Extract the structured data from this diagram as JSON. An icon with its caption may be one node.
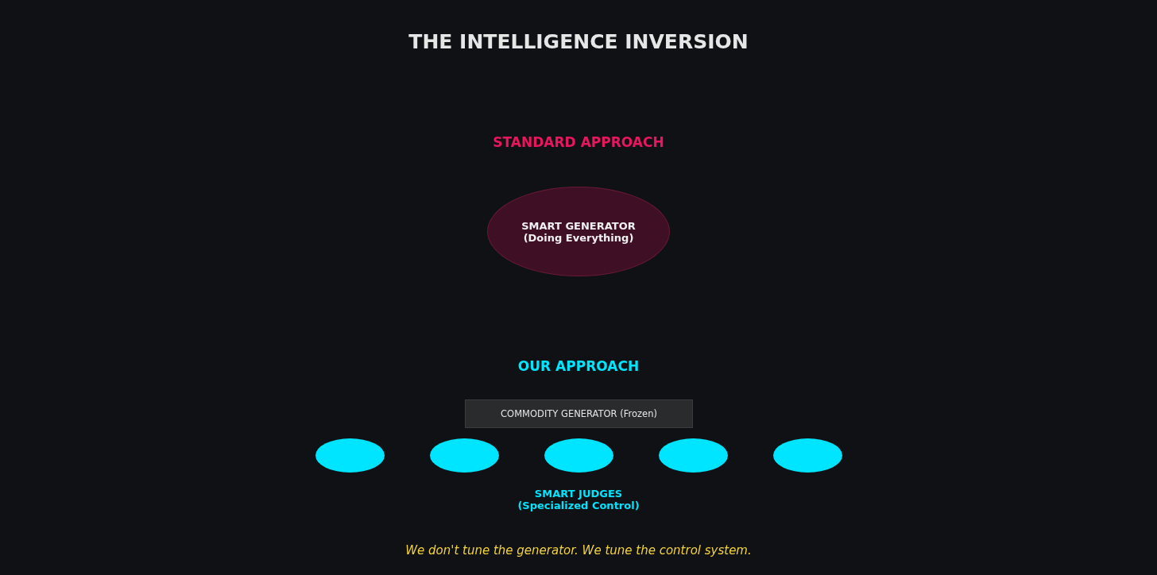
{
  "diagram": {
    "title": "THE INTELLIGENCE INVERSION",
    "caption": "We don't tune the generator. We tune the control system.",
    "nodes": [
      {
        "text": [
          "SMART GENERATOR",
          "(Doing Everything)"
        ]
      },
      {
        "text": [
          "COMMODITY GENERATOR (Frozen)"
        ]
      },
      {
        "text": [],
        "shape": "ellipse"
      },
      {
        "text": [],
        "shape": "ellipse"
      },
      {
        "text": [],
        "shape": "ellipse"
      },
      {
        "text": [],
        "shape": "ellipse"
      },
      {
        "text": [],
        "shape": "ellipse"
      }
    ],
    "edges": [],
    "labels": [
      "STANDARD APPROACH",
      "OUR APPROACH",
      "SMART JUDGES",
      "(Specialized Control)"
    ]
  }
}
